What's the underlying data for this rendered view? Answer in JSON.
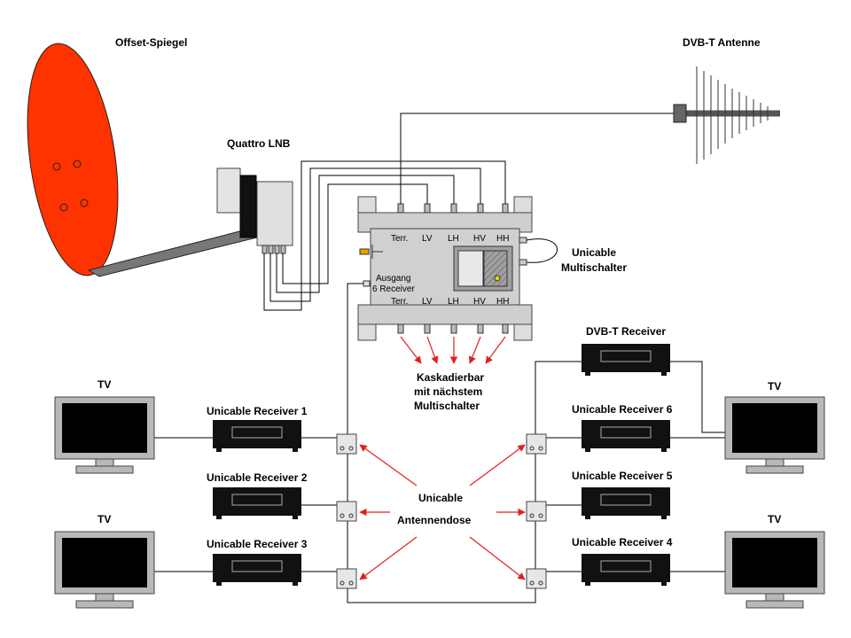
{
  "labels": {
    "dish": "Offset-Spiegel",
    "lnb": "Quattro LNB",
    "dvbt_antenna": "DVB-T Antenne",
    "multiswitch_1": "Unicable",
    "multiswitch_2": "Multischalter",
    "cascade_1": "Kaskadierbar",
    "cascade_2": "mit nächstem",
    "cascade_3": "Multischalter",
    "socket_1": "Unicable",
    "socket_2": "Antennendose",
    "dvbt_receiver": "DVB-T Receiver",
    "tv": "TV",
    "receiver_1": "Unicable Receiver 1",
    "receiver_2": "Unicable Receiver 2",
    "receiver_3": "Unicable Receiver 3",
    "receiver_4": "Unicable Receiver 4",
    "receiver_5": "Unicable Receiver 5",
    "receiver_6": "Unicable Receiver 6"
  },
  "switch": {
    "inputs": [
      "Terr.",
      "LV",
      "LH",
      "HV",
      "HH"
    ],
    "outputs": [
      "Terr.",
      "LV",
      "LH",
      "HV",
      "HH"
    ],
    "output_label_1": "Ausgang",
    "output_label_2": "6 Receiver"
  },
  "colors": {
    "dish": "#ff3300",
    "arrow": "#e02020",
    "device_gray": "#c8c8c8",
    "receiver": "#111111"
  }
}
